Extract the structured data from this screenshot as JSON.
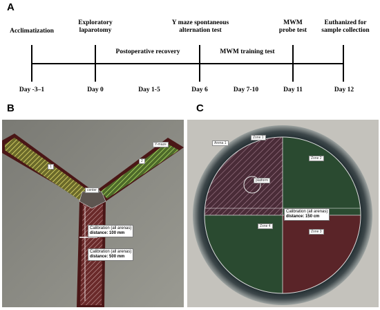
{
  "panels": {
    "a": "A",
    "b": "B",
    "c": "C"
  },
  "timeline": {
    "events": [
      {
        "label_lines": [
          "Acclimatization"
        ],
        "day": "Day -3–1"
      },
      {
        "label_lines": [
          "Exploratory",
          "laparotomy"
        ],
        "day": "Day 0"
      },
      {
        "label_lines": [
          "Y maze spontaneous",
          "alternation test"
        ],
        "day": "Day 6"
      },
      {
        "label_lines": [
          "MWM",
          "probe test"
        ],
        "day": "Day 11"
      },
      {
        "label_lines": [
          "Euthanized  for",
          "sample collection"
        ],
        "day": "Day 12"
      }
    ],
    "intervals": [
      {
        "label": "Postoperative recovery",
        "day": "Day 1-5"
      },
      {
        "label": "MWM training  test",
        "day": "Day 7-10"
      }
    ]
  },
  "ymaze": {
    "arm_tags": [
      "1",
      "2",
      "Y-maze",
      "center"
    ],
    "calibration_small": {
      "line1": "Calibration (all arenas)",
      "line2_label": "distance:",
      "line2_value": "100 mm"
    },
    "calibration_large": {
      "line1": "Calibration (all arenas)",
      "line2_label": "distance:",
      "line2_value": "500 mm"
    }
  },
  "mwm": {
    "zone_tags": [
      "Zone 1",
      "Zone 2",
      "Zone 3",
      "Zone 4",
      "Arena 1",
      "platform"
    ],
    "calibration": {
      "line1": "Calibration (all arenas)",
      "line2_label": "distance:",
      "line2_value": "150 cm"
    }
  }
}
